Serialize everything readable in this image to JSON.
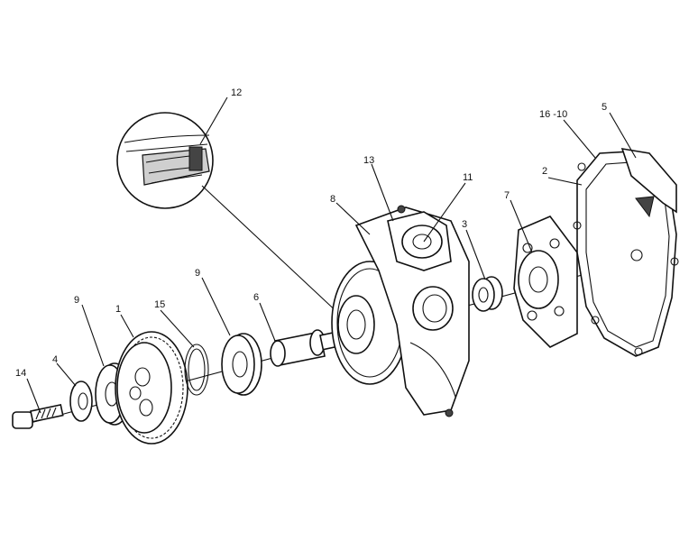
{
  "callouts": {
    "c1": "1",
    "c2": "2",
    "c3": "3",
    "c4": "4",
    "c5": "5",
    "c6": "6",
    "c7": "7",
    "c8": "8",
    "c9a": "9",
    "c9b": "9",
    "c11": "11",
    "c12": "12",
    "c13": "13",
    "c14": "14",
    "c15": "15",
    "c16_10": "16 -10"
  }
}
